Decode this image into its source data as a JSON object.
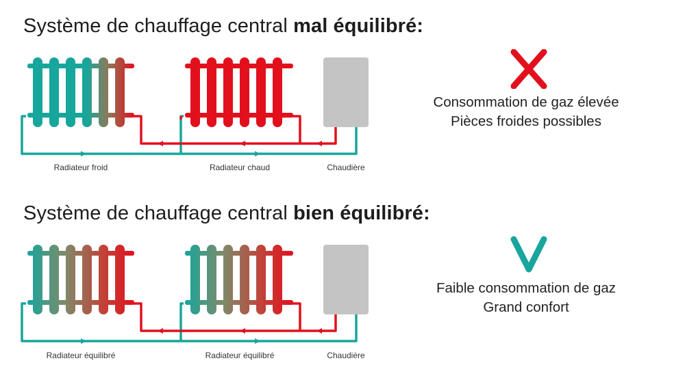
{
  "sections": [
    {
      "title_regular": "Système de chauffage central ",
      "title_bold": "mal équilibré:",
      "radiator_labels": [
        "Radiateur froid",
        "Radiateur chaud"
      ],
      "boiler_label": "Chaudière",
      "verdict_lines": [
        "Consommation de gaz élevée",
        "Pièces froides possibles"
      ],
      "verdict_icon": "cross-icon"
    },
    {
      "title_regular": "Système de chauffage central ",
      "title_bold": "bien équilibré:",
      "radiator_labels": [
        "Radiateur équilibré",
        "Radiateur équilibré"
      ],
      "boiler_label": "Chaudière",
      "verdict_lines": [
        "Faible consommation de gaz",
        "Grand confort"
      ],
      "verdict_icon": "check-icon"
    }
  ],
  "colors": {
    "hot": "#e2101d",
    "cold": "#17a69c",
    "mid": "#9a7a5a",
    "boiler": "#c4c4c4",
    "cross": "#e2101d",
    "check": "#17a69c"
  }
}
